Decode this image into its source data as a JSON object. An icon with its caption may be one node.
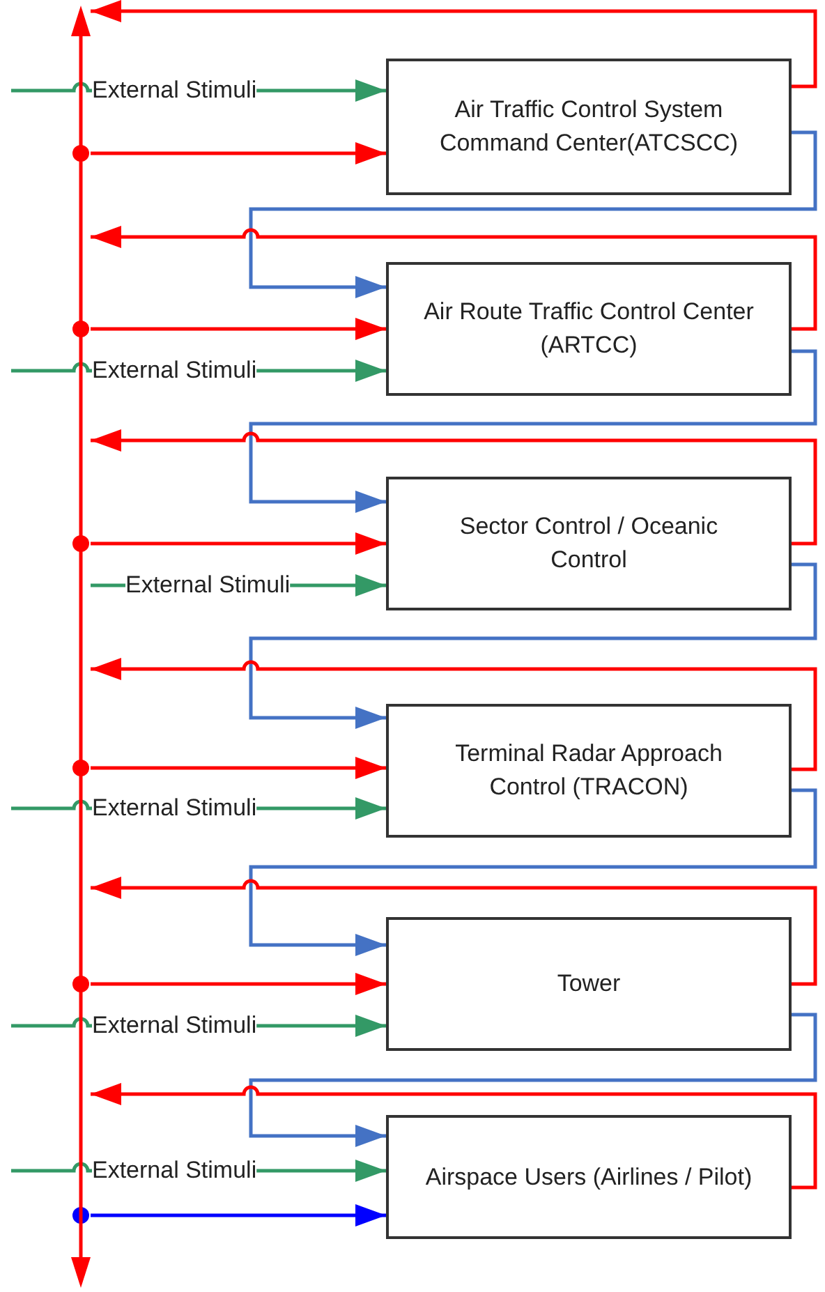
{
  "diagram": {
    "nodes": [
      {
        "text": [],
        "shape": "bar"
      },
      {
        "text": [
          "External Stimuli"
        ]
      },
      {
        "text": [
          "Air Traffic Control System Command Center(ATCSCC)"
        ]
      },
      {
        "text": [
          "Air Route Traffic Control Center (ARTCC)"
        ]
      },
      {
        "text": [
          "External Stimuli"
        ]
      },
      {
        "text": [
          "Sector Control / Oceanic Control"
        ]
      },
      {
        "text": [
          "External Stimuli"
        ]
      },
      {
        "text": [
          "Terminal Radar Approach Control (TRACON)"
        ]
      },
      {
        "text": [
          "External Stimuli"
        ]
      },
      {
        "text": [
          "Tower"
        ]
      },
      {
        "text": [
          "External Stimuli"
        ]
      },
      {
        "text": [
          "External Stimuli"
        ]
      },
      {
        "text": [
          "Airspace Users (Airlines / Pilot)"
        ]
      }
    ],
    "edges": [
      {
        "from": 2,
        "to": 0,
        "arrow": "to",
        "color": "#ff0000"
      },
      {
        "from": 0,
        "to": 2,
        "arrow": "to",
        "color": "#ff0000"
      },
      {
        "from": 1,
        "to": 2,
        "arrow": "to",
        "color": "#339966"
      },
      {
        "from": null,
        "to": 1,
        "arrow": "none",
        "color": "#339966"
      },
      {
        "from": 2,
        "to": 3,
        "arrow": "to",
        "color": "#4472c4"
      },
      {
        "from": 3,
        "to": 0,
        "arrow": "to",
        "color": "#ff0000"
      },
      {
        "from": 0,
        "to": 3,
        "arrow": "to",
        "color": "#ff0000"
      },
      {
        "from": 4,
        "to": 3,
        "arrow": "to",
        "color": "#339966"
      },
      {
        "from": null,
        "to": 4,
        "arrow": "none",
        "color": "#339966"
      },
      {
        "from": 3,
        "to": 5,
        "arrow": "to",
        "color": "#4472c4"
      },
      {
        "from": 5,
        "to": 0,
        "arrow": "to",
        "color": "#ff0000"
      },
      {
        "from": 0,
        "to": 5,
        "arrow": "to",
        "color": "#ff0000"
      },
      {
        "from": 6,
        "to": 5,
        "arrow": "to",
        "color": "#339966"
      },
      {
        "from": 0,
        "to": 6,
        "arrow": "none",
        "color": "#339966"
      },
      {
        "from": 5,
        "to": 7,
        "arrow": "to",
        "color": "#4472c4"
      },
      {
        "from": 7,
        "to": 0,
        "arrow": "to",
        "color": "#ff0000"
      },
      {
        "from": 0,
        "to": 7,
        "arrow": "to",
        "color": "#ff0000"
      },
      {
        "from": 8,
        "to": 7,
        "arrow": "to",
        "color": "#339966"
      },
      {
        "from": null,
        "to": 8,
        "arrow": "none",
        "color": "#339966"
      },
      {
        "from": 7,
        "to": 9,
        "arrow": "to",
        "color": "#4472c4"
      },
      {
        "from": 9,
        "to": 0,
        "arrow": "to",
        "color": "#ff0000"
      },
      {
        "from": 0,
        "to": 9,
        "arrow": "to",
        "color": "#ff0000"
      },
      {
        "from": 10,
        "to": 9,
        "arrow": "to",
        "color": "#339966"
      },
      {
        "from": null,
        "to": 10,
        "arrow": "none",
        "color": "#339966"
      },
      {
        "from": 9,
        "to": 12,
        "arrow": "to",
        "color": "#4472c4"
      },
      {
        "from": 12,
        "to": 0,
        "arrow": "to",
        "color": "#ff0000"
      },
      {
        "from": 11,
        "to": 12,
        "arrow": "to",
        "color": "#339966"
      },
      {
        "from": null,
        "to": 11,
        "arrow": "none",
        "color": "#339966"
      },
      {
        "from": 0,
        "to": 12,
        "arrow": "to",
        "color": "#0000ff"
      }
    ]
  }
}
